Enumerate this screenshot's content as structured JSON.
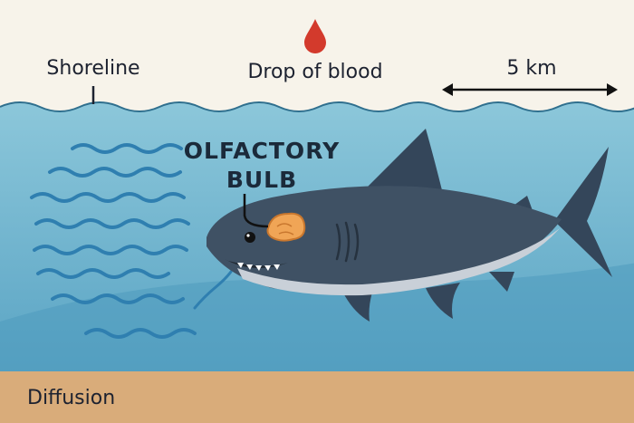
{
  "labels": {
    "shoreline": "Shoreline",
    "drop": "Drop of blood",
    "distance": "5 km",
    "olfactory_line1": "OLFACTORY",
    "olfactory_line2": "BULB",
    "diffusion": "Diffusion"
  },
  "colors": {
    "sky": "#f7f3ea",
    "water_light": "#87c3d7",
    "water_deep": "#5ea9c8",
    "sand": "#d9ac7a",
    "shark_body": "#3f5164",
    "shark_belly": "#c9d0d8",
    "blood": "#d33a2c",
    "olfactory_bulb": "#f0a556",
    "scent_waves": "#2f7fb0"
  },
  "icons": {
    "drop": "blood-drop-icon",
    "arrow": "double-arrow-icon",
    "shark": "shark-illustration"
  }
}
